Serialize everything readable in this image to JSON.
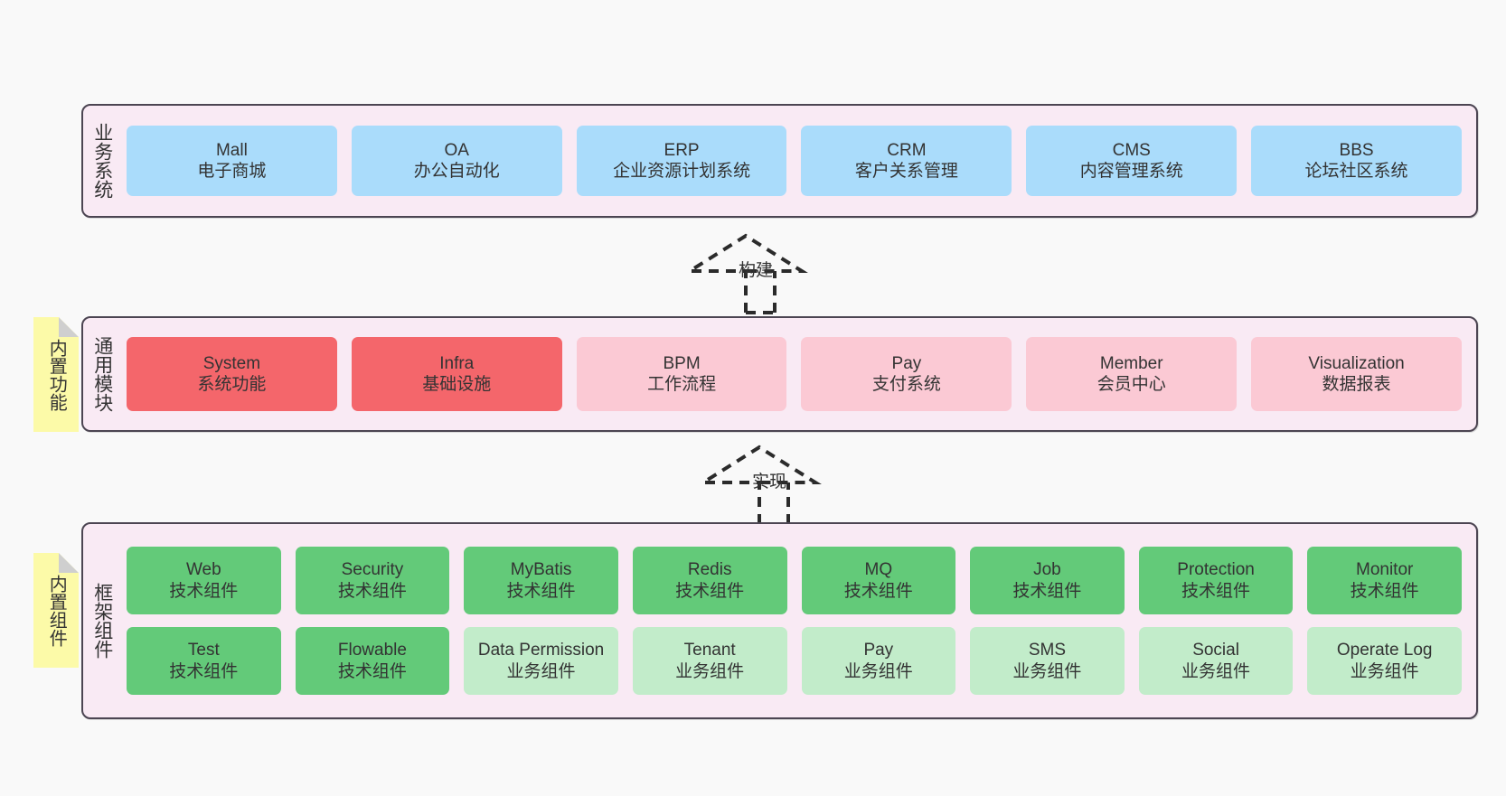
{
  "diagram": {
    "background_color": "#f9f9f9",
    "panel_fill": "#f9f9f9",
    "panel_border": "#4c4552",
    "layer_fill": "#f9eaf4",
    "note_fill": "#fcfaa8"
  },
  "layers": [
    {
      "id": "business-systems",
      "title": "业务系统",
      "note": null,
      "rows": [
        {
          "cards": [
            {
              "name": "Mall",
              "subtitle": "电子商城",
              "color": "#aadcfb",
              "style": "c-blue"
            },
            {
              "name": "OA",
              "subtitle": "办公自动化",
              "color": "#aadcfb",
              "style": "c-blue"
            },
            {
              "name": "ERP",
              "subtitle": "企业资源计划系统",
              "color": "#aadcfb",
              "style": "c-blue"
            },
            {
              "name": "CRM",
              "subtitle": "客户关系管理",
              "color": "#aadcfb",
              "style": "c-blue"
            },
            {
              "name": "CMS",
              "subtitle": "内容管理系统",
              "color": "#aadcfb",
              "style": "c-blue"
            },
            {
              "name": "BBS",
              "subtitle": "论坛社区系统",
              "color": "#aadcfb",
              "style": "c-blue"
            }
          ]
        }
      ]
    },
    {
      "id": "common-modules",
      "title": "通用模块",
      "note": "内置功能",
      "rows": [
        {
          "cards": [
            {
              "name": "System",
              "subtitle": "系统功能",
              "color": "#f4666b",
              "style": "c-red"
            },
            {
              "name": "Infra",
              "subtitle": "基础设施",
              "color": "#f4666b",
              "style": "c-red"
            },
            {
              "name": "BPM",
              "subtitle": "工作流程",
              "color": "#fbc9d4",
              "style": "c-pink"
            },
            {
              "name": "Pay",
              "subtitle": "支付系统",
              "color": "#fbc9d4",
              "style": "c-pink"
            },
            {
              "name": "Member",
              "subtitle": "会员中心",
              "color": "#fbc9d4",
              "style": "c-pink"
            },
            {
              "name": "Visualization",
              "subtitle": "数据报表",
              "color": "#fbc9d4",
              "style": "c-pink"
            }
          ]
        }
      ]
    },
    {
      "id": "framework-components",
      "title": "框架组件",
      "note": "内置组件",
      "rows": [
        {
          "cards": [
            {
              "name": "Web",
              "subtitle": "技术组件",
              "color": "#63ca79",
              "style": "c-green-dark"
            },
            {
              "name": "Security",
              "subtitle": "技术组件",
              "color": "#63ca79",
              "style": "c-green-dark"
            },
            {
              "name": "MyBatis",
              "subtitle": "技术组件",
              "color": "#63ca79",
              "style": "c-green-dark"
            },
            {
              "name": "Redis",
              "subtitle": "技术组件",
              "color": "#63ca79",
              "style": "c-green-dark"
            },
            {
              "name": "MQ",
              "subtitle": "技术组件",
              "color": "#63ca79",
              "style": "c-green-dark"
            },
            {
              "name": "Job",
              "subtitle": "技术组件",
              "color": "#63ca79",
              "style": "c-green-dark"
            },
            {
              "name": "Protection",
              "subtitle": "技术组件",
              "color": "#63ca79",
              "style": "c-green-dark"
            },
            {
              "name": "Monitor",
              "subtitle": "技术组件",
              "color": "#63ca79",
              "style": "c-green-dark"
            }
          ]
        },
        {
          "cards": [
            {
              "name": "Test",
              "subtitle": "技术组件",
              "color": "#63ca79",
              "style": "c-green-dark"
            },
            {
              "name": "Flowable",
              "subtitle": "技术组件",
              "color": "#63ca79",
              "style": "c-green-dark"
            },
            {
              "name": "Data Permission",
              "subtitle": "业务组件",
              "color": "#c2ecca",
              "style": "c-green-light"
            },
            {
              "name": "Tenant",
              "subtitle": "业务组件",
              "color": "#c2ecca",
              "style": "c-green-light"
            },
            {
              "name": "Pay",
              "subtitle": "业务组件",
              "color": "#c2ecca",
              "style": "c-green-light"
            },
            {
              "name": "SMS",
              "subtitle": "业务组件",
              "color": "#c2ecca",
              "style": "c-green-light"
            },
            {
              "name": "Social",
              "subtitle": "业务组件",
              "color": "#c2ecca",
              "style": "c-green-light"
            },
            {
              "name": "Operate Log",
              "subtitle": "业务组件",
              "color": "#c2ecca",
              "style": "c-green-light"
            }
          ]
        }
      ]
    }
  ],
  "connectors": [
    {
      "id": "build",
      "label": "构建",
      "from": "common-modules",
      "to": "business-systems"
    },
    {
      "id": "implement",
      "label": "实现",
      "from": "framework-components",
      "to": "common-modules"
    }
  ]
}
